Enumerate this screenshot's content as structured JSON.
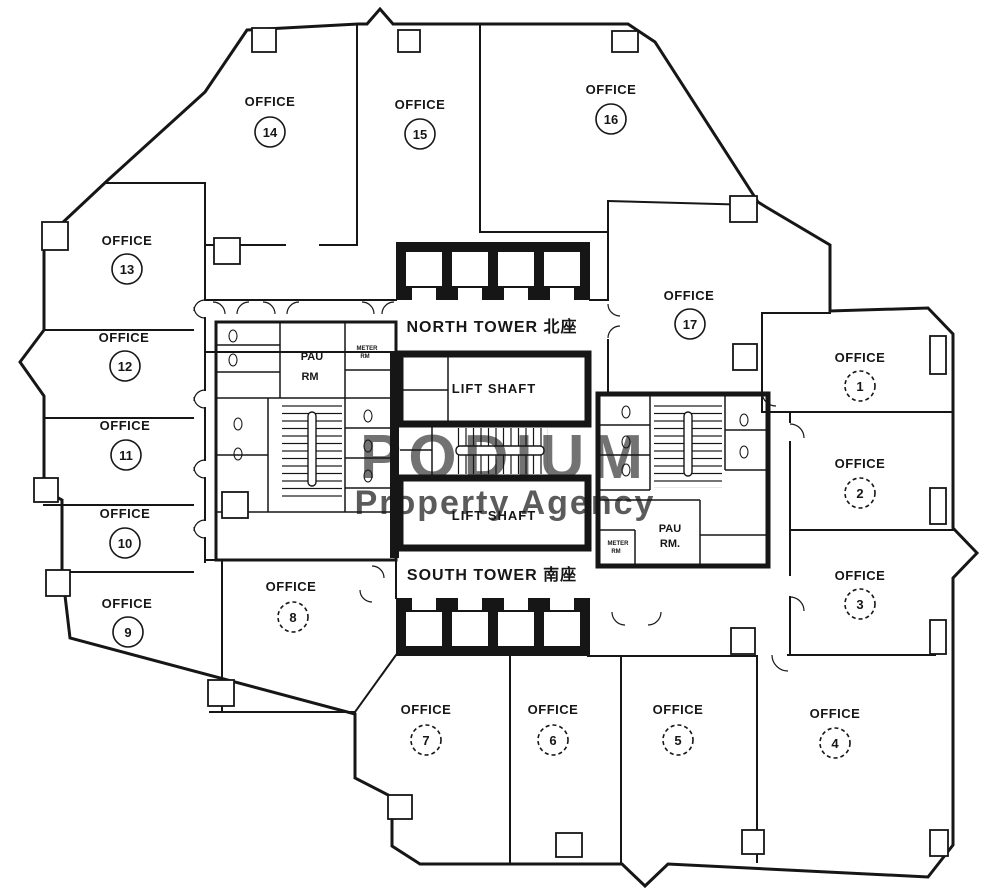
{
  "plan": {
    "north_tower_label": "NORTH TOWER 北座",
    "south_tower_label": "SOUTH TOWER 南座",
    "lift_shaft_north": "LIFT SHAFT",
    "lift_shaft_south": "LIFT SHAFT",
    "left_core": {
      "pau_line1": "PAU",
      "pau_line2": "RM",
      "meter_line1": "METER",
      "meter_line2": "RM"
    },
    "right_core": {
      "pau_line1": "PAU",
      "pau_line2": "RM.",
      "meter_line1": "METER",
      "meter_line2": "RM"
    },
    "watermark": {
      "title": "PODIUM",
      "subtitle": "Property Agency",
      "title_color": "#c2848e",
      "subtitle_color": "#e9c98f"
    },
    "ink_color": "#161616"
  },
  "offices": [
    {
      "label": "OFFICE",
      "number": "1"
    },
    {
      "label": "OFFICE",
      "number": "2"
    },
    {
      "label": "OFFICE",
      "number": "3"
    },
    {
      "label": "OFFICE",
      "number": "4"
    },
    {
      "label": "OFFICE",
      "number": "5"
    },
    {
      "label": "OFFICE",
      "number": "6"
    },
    {
      "label": "OFFICE",
      "number": "7"
    },
    {
      "label": "OFFICE",
      "number": "8"
    },
    {
      "label": "OFFICE",
      "number": "9"
    },
    {
      "label": "OFFICE",
      "number": "10"
    },
    {
      "label": "OFFICE",
      "number": "11"
    },
    {
      "label": "OFFICE",
      "number": "12"
    },
    {
      "label": "OFFICE",
      "number": "13"
    },
    {
      "label": "OFFICE",
      "number": "14"
    },
    {
      "label": "OFFICE",
      "number": "15"
    },
    {
      "label": "OFFICE",
      "number": "16"
    },
    {
      "label": "OFFICE",
      "number": "17"
    }
  ]
}
